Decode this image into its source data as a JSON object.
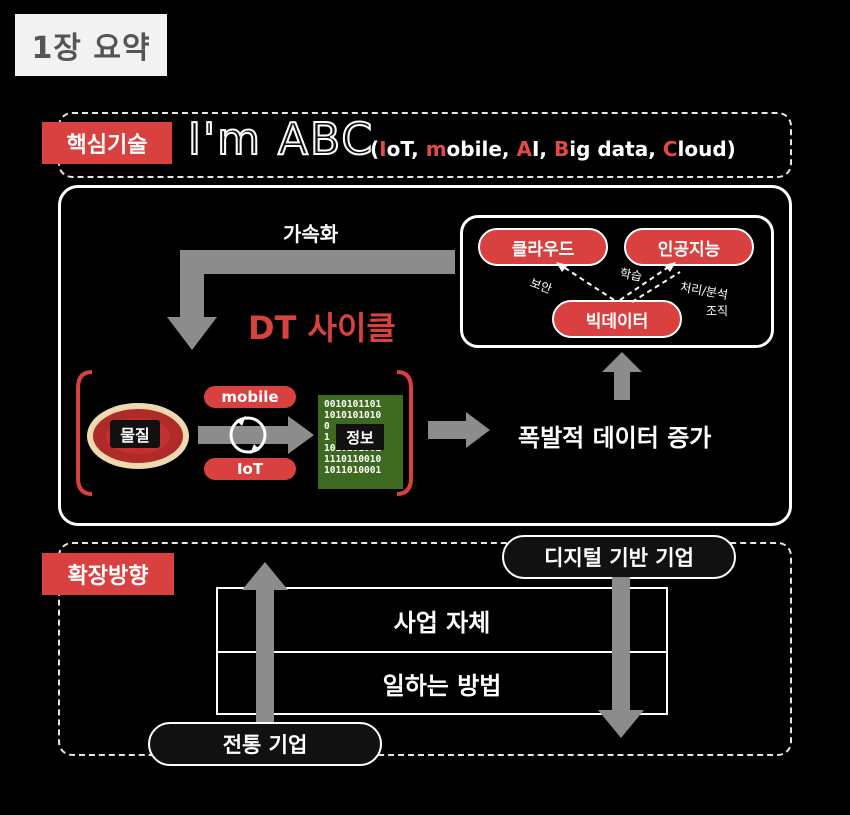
{
  "title": "1장 요약",
  "core": {
    "tag": "핵심기술",
    "acronym": "I'm ABC",
    "paren_open": "(",
    "paren_close": ")",
    "sep": ",",
    "items": [
      {
        "initial": "I",
        "rest": "oT"
      },
      {
        "initial": "m",
        "rest": "obile"
      },
      {
        "initial": "A",
        "rest": "I"
      },
      {
        "initial": "B",
        "rest": "ig data"
      },
      {
        "initial": "C",
        "rest": "loud"
      }
    ]
  },
  "cycle": {
    "accelerate_label": "가속화",
    "heading": "DT 사이클",
    "matter_label": "물질",
    "mobile_label": "mobile",
    "iot_label": "IoT",
    "info_label": "정보",
    "binary_lines": [
      "0010101101",
      "1010101010",
      "0",
      "1",
      "1010101001",
      "1110110010",
      "1011010001"
    ],
    "explosion_label": "폭발적 데이터 증가",
    "tech": {
      "cloud": "클라우드",
      "ai": "인공지능",
      "bigdata": "빅데이터",
      "note_security": "보안",
      "note_learning": "학습",
      "note_processing": "처리/분석",
      "note_processing2": "조직"
    }
  },
  "expansion": {
    "tag": "확장방향",
    "digital_company": "디지털 기반 기업",
    "traditional_company": "전통 기업",
    "rows": [
      "사업 자체",
      "일하는 방법"
    ]
  },
  "colors": {
    "accent_red": "#d94040",
    "background": "#000000",
    "arrow_gray": "#8c8c8c"
  }
}
